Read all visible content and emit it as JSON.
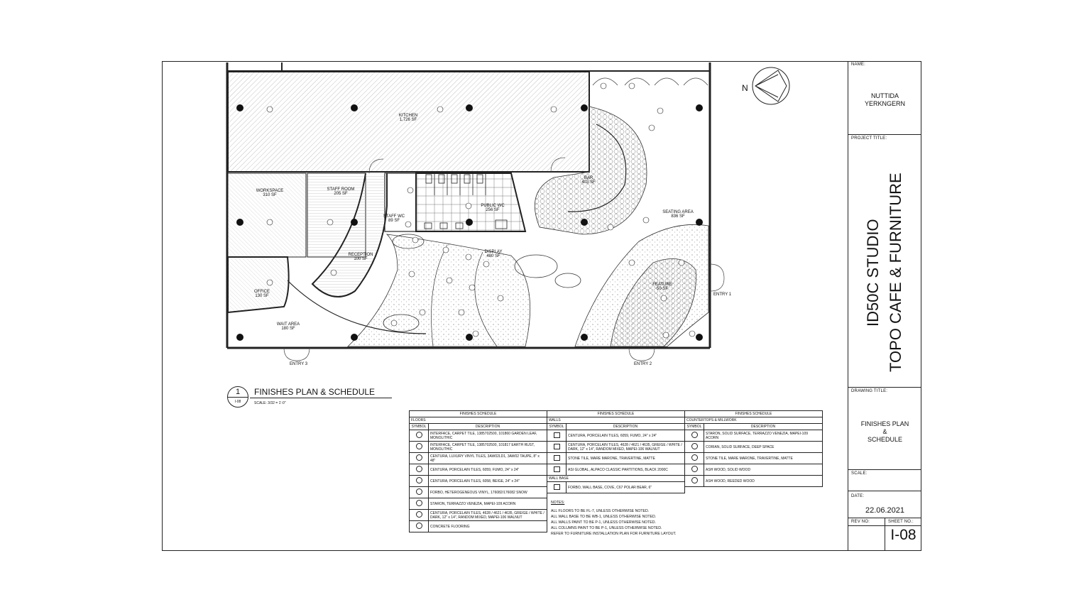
{
  "title_block": {
    "name_label": "NAME:",
    "name_line1": "NUTTIDA",
    "name_line2": "YERKNGERN",
    "project_label": "PROJECT TITLE:",
    "project_line1": "ID50C STUDIO",
    "project_line2": "TOPO CAFE & FURNITURE",
    "drawing_label": "DRAWING TITLE:",
    "drawing_line1": "FINISHES PLAN",
    "drawing_line2": "&",
    "drawing_line3": "SCHEDULE",
    "scale_label": "SCALE:",
    "date_label": "DATE:",
    "date_value": "22.06.2021",
    "rev_label": "REV NO:",
    "sheet_label": "SHEET NO.:",
    "sheet_value": "I-08"
  },
  "plan": {
    "north": "N",
    "rooms": {
      "kitchen": "KITCHEN",
      "kitchen_sf": "1,726 SF",
      "workspace": "WORKSPACE",
      "workspace_sf": "310 SF",
      "staff_room": "STAFF ROOM",
      "staff_room_sf": "205 SF",
      "staff_wc": "STAFF WC",
      "staff_wc_sf": "89 SF",
      "public_wc": "PUBLIC WC",
      "public_wc_sf": "256 SF",
      "bar": "BAR",
      "bar_sf": "403 SF",
      "seating": "SEATING AREA",
      "seating_sf": "836 SF",
      "reception": "RECEPTION",
      "reception_sf": "100 SF",
      "display": "DISPLAY",
      "display_sf": "480 SF",
      "feature": "FEATURE",
      "feature_sf": "50 SF",
      "office": "OFFICE",
      "office_sf": "130 SF",
      "wait": "WAIT AREA",
      "wait_sf": "180 SF"
    },
    "entries": {
      "e1": "ENTRY 1",
      "e2": "ENTRY 2",
      "e3": "ENTRY 3"
    }
  },
  "caption": {
    "number": "1",
    "sheet_ref": "I-08",
    "title": "FINISHES PLAN & SCHEDULE",
    "scale": "SCALE: 3/32 = 1'-0\""
  },
  "schedule": {
    "header": "FINISHES SCHEDULE",
    "symbol_col": "SYMBOL",
    "desc_col": "DESCRIPTION",
    "floors_label": "FLOORS",
    "floors": [
      "INTERFACE, CARPET TILE, 1385702500, 101860 GARDEN LEAF, MONOLITHIC",
      "INTERFACE, CARPET TILE, 1385702500, 101817 EARTH RUST, MONOLITHIC",
      "CENTURA, LUXURY VINYL TILES, 3AW02LD1, 3AW02 TAUPE, 8\" x 48\"",
      "CENTURA, PORCELAIN TILES, 6059, FUMO, 24\" x 24\"",
      "CENTURA, PORCELAIN TILES, 6058, BEIGE, 24\" x 24\"",
      "FORBO, HETEROGENEOUS VINYL, 176082/176082 SNOW",
      "STARON, TERRAZZO VENEZIA, MAPEI-109 ACORN",
      "CENTURA, PORCELAIN TILES, 4628 / 4621 / 4635, GREIGE / WHITE / DARK, 12\" x 14\", RANDOM MIXED, MAPEI-106 WALNUT",
      "CONCRETE FLOORING"
    ],
    "walls_label": "WALLS",
    "walls": [
      "CENTURA, PORCELAIN TILES, 6059, FUMO, 24\" x 24\"",
      "CENTURA, PORCELAIN TILES, 4628 / 4621 / 4635, GREIGE / WHITE / DARK, 12\" x 14\", RANDOM MIXED, MAPEI-106 WALNUT",
      "STONE TILE, MARE MARONE, TRAVERTINE, MATTE",
      "ASI GLOBAL, ALPACO CLASSIC PARTITIONS, BLACK 2000C"
    ],
    "wall_base_label": "WALL BASE",
    "wall_base": [
      "FORBO, WALL BASE, COVE, C67 POLAR BEAR, 6\""
    ],
    "counters_label": "COUNTERTOPS & MILLWORK",
    "counters": [
      "STARON, SOLID SURFACE, TERRAZZO VENEZIA, MAPEI-109 ACORN",
      "CORIAN, SOLID SURFACE, DEEP SPACE",
      "STONE TILE, MARE MARONE, TRAVERTINE, MATTE",
      "ASH WOOD, SOLID WOOD",
      "ASH WOOD, REEDED WOOD"
    ]
  },
  "notes": {
    "title": "NOTES:",
    "lines": [
      "ALL FLOORS TO BE FL-7, UNLESS OTHERWISE NOTED.",
      "ALL WALL BASE TO BE WB-1, UNLESS OTHERWISE NOTED.",
      "ALL WALLS PAINT TO BE P-1, UNLESS OTHERWISE NOTED.",
      "ALL COLUMNS PAINT TO BE P-1, UNLESS OTHERWISE NOTED.",
      "REFER TO FURNITURE INSTALLATION PLAN FOR FURNITURE LAYOUT."
    ]
  }
}
